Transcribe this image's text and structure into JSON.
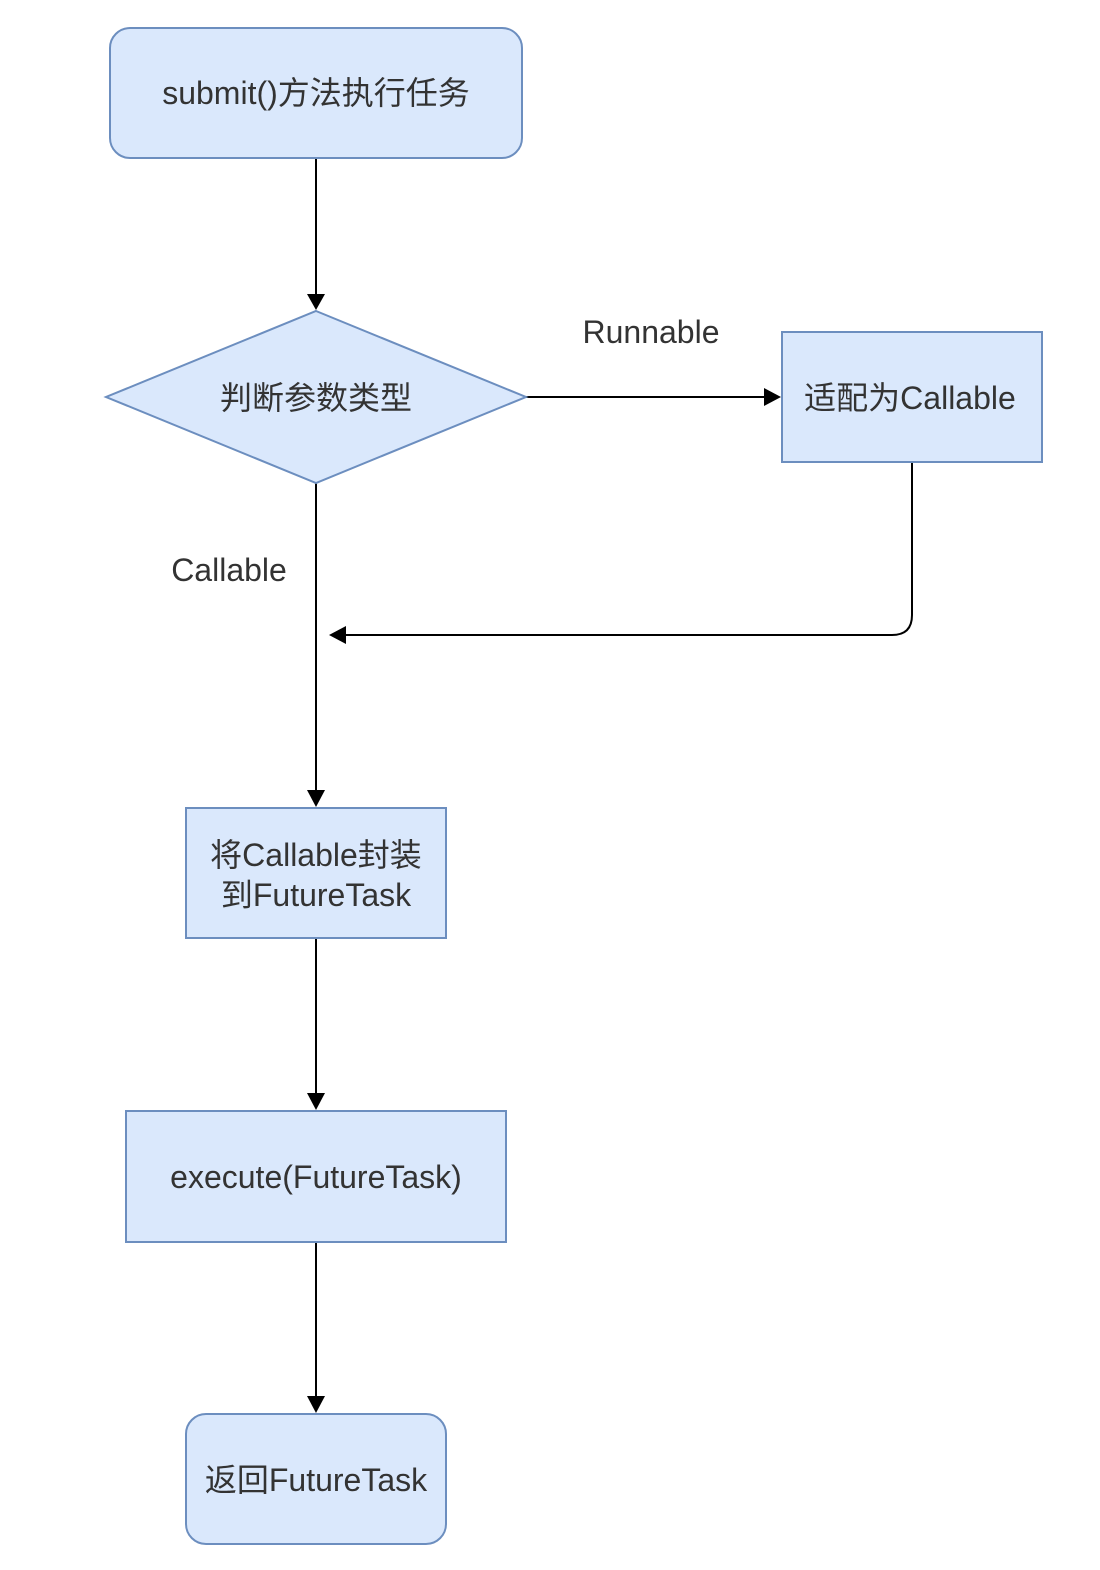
{
  "nodes": {
    "start": {
      "text": "submit()方法执行任务"
    },
    "decision": {
      "text": "判断参数类型"
    },
    "adapt": {
      "text": "适配为Callable"
    },
    "wrap": {
      "line1": "将Callable封装",
      "line2": "到FutureTask"
    },
    "execute": {
      "text": "execute(FutureTask)"
    },
    "return": {
      "text": "返回FutureTask"
    }
  },
  "edges": {
    "runnable_label": "Runnable",
    "callable_label": "Callable"
  },
  "colors": {
    "node_fill": "#dae8fc",
    "node_stroke": "#6c8ebf",
    "edge": "#000000",
    "text": "#333333"
  }
}
